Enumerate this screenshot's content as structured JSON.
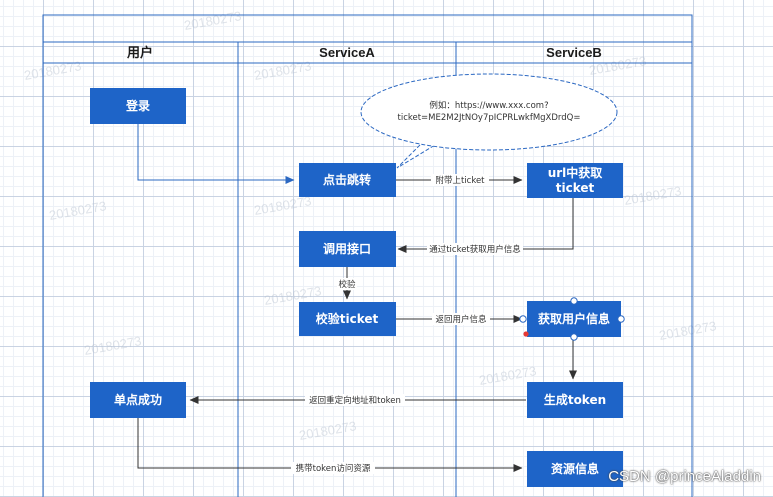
{
  "lanes": {
    "user": "用户",
    "service_a": "ServiceA",
    "service_b": "ServiceB"
  },
  "nodes": {
    "login": "登录",
    "click_redirect": "点击跳转",
    "url_get_ticket_line1": "url中获取",
    "url_get_ticket_line2": "ticket",
    "call_api": "调用接口",
    "verify_ticket": "校验ticket",
    "get_user_info": "获取用户信息",
    "gen_token": "生成token",
    "sso_success": "单点成功",
    "resource_info": "资源信息"
  },
  "edges": {
    "attach_ticket": "附带上ticket",
    "get_user_by_ticket": "通过ticket获取用户信息",
    "verify": "校验",
    "return_user_info": "返回用户信息",
    "return_redirect_token": "返回重定向地址和token",
    "access_with_token": "携带token访问资源"
  },
  "note": {
    "line1": "例如：https://www.xxx.com?",
    "line2": "ticket=ME2M2JtNOy7pICPRLwkfMgXDrdQ="
  },
  "watermark": "20180273",
  "credit": "CSDN @princeAladdin",
  "colors": {
    "node_fill": "#1e64c8",
    "lane_border": "#2b68c2",
    "edge": "#333333",
    "note_border": "#2b68c2",
    "connector_dot": "#2b68c2",
    "error_dot": "#e53935"
  }
}
